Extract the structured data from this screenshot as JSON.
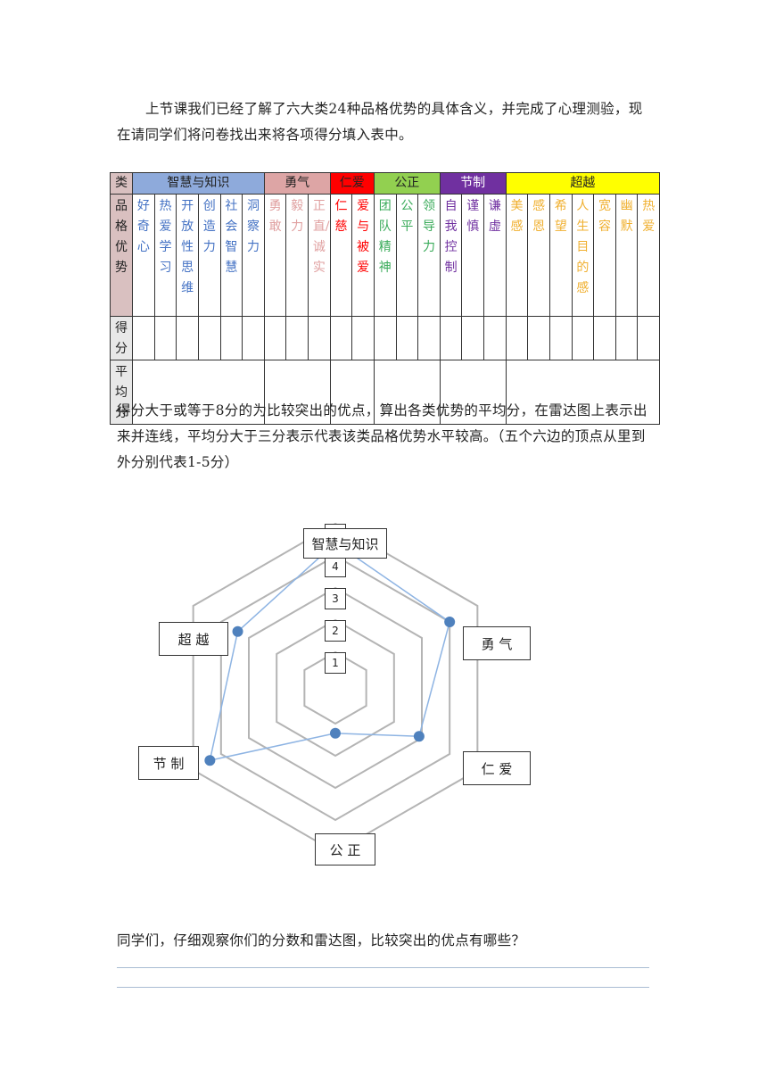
{
  "intro": "上节课我们已经了解了六大类24种品格优势的具体含义，并完成了心理测验，现在请同学们将问卷找出来将各项得分填入表中。",
  "table": {
    "category_label": "类",
    "trait_label": "品格优势",
    "score_label": "得分",
    "avg_label": "平均分",
    "categories": [
      {
        "name": "智慧与知识",
        "color": "#8eaadb",
        "text_color": "#222222",
        "traits": [
          {
            "name": "好奇心",
            "color": "#4472c4"
          },
          {
            "name": "热爱学习",
            "color": "#4472c4"
          },
          {
            "name": "开放性思维",
            "color": "#4472c4"
          },
          {
            "name": "创造力",
            "color": "#4472c4"
          },
          {
            "name": "社会智慧",
            "color": "#4472c4"
          },
          {
            "name": "洞察力",
            "color": "#4472c4"
          }
        ]
      },
      {
        "name": "勇气",
        "color": "#dda5a5",
        "text_color": "#222222",
        "traits": [
          {
            "name": "勇敢",
            "color": "#e0a0a0"
          },
          {
            "name": "毅力",
            "color": "#e0a0a0"
          },
          {
            "name": "正直/诚实",
            "color": "#e0a0a0"
          }
        ]
      },
      {
        "name": "仁爱",
        "color": "#ff0000",
        "text_color": "#222222",
        "traits": [
          {
            "name": "仁慈",
            "color": "#ff0000"
          },
          {
            "name": "爱与被爱",
            "color": "#ff0000"
          }
        ]
      },
      {
        "name": "公正",
        "color": "#92d050",
        "text_color": "#222222",
        "traits": [
          {
            "name": "团队精神",
            "color": "#3aab5a"
          },
          {
            "name": "公平",
            "color": "#3aab5a"
          },
          {
            "name": "领导力",
            "color": "#3aab5a"
          }
        ]
      },
      {
        "name": "节制",
        "color": "#7030a0",
        "text_color": "#ffffff",
        "traits": [
          {
            "name": "自我控制",
            "color": "#7030a0"
          },
          {
            "name": "谨慎",
            "color": "#7030a0"
          },
          {
            "name": "谦虚",
            "color": "#7030a0"
          }
        ]
      },
      {
        "name": "超越",
        "color": "#ffff00",
        "text_color": "#222222",
        "traits": [
          {
            "name": "美感",
            "color": "#f0b030"
          },
          {
            "name": "感恩",
            "color": "#f0b030"
          },
          {
            "name": "希望",
            "color": "#f0b030"
          },
          {
            "name": "人生目的感",
            "color": "#f0b030"
          },
          {
            "name": "宽容",
            "color": "#f0b030"
          },
          {
            "name": "幽默",
            "color": "#f0b030"
          },
          {
            "name": "热爱",
            "color": "#f0b030"
          }
        ]
      }
    ]
  },
  "explain": "得分大于或等于8分的为比较突出的优点，算出各类优势的平均分，在雷达图上表示出来并连线，平均分大于三分表示代表该类品格优势水平较高。（五个六边的顶点从里到外分别代表1-5分）",
  "radar": {
    "axes": [
      {
        "label": "智慧与知识",
        "value": 4.4
      },
      {
        "label": "勇 气",
        "value": 4.0
      },
      {
        "label": "仁 爱",
        "value": 2.9
      },
      {
        "label": "公 正",
        "value": 1.3
      },
      {
        "label": "节 制",
        "value": 4.4
      },
      {
        "label": "超 越",
        "value": 3.4
      }
    ],
    "scale_labels": [
      "1",
      "2",
      "3",
      "4",
      "5"
    ],
    "ring_color": "#b4b4b4",
    "line_color": "#8eb4e3",
    "point_color": "#4f81bd"
  },
  "question": "同学们，仔细观察你们的分数和雷达图，比较突出的优点有哪些？"
}
